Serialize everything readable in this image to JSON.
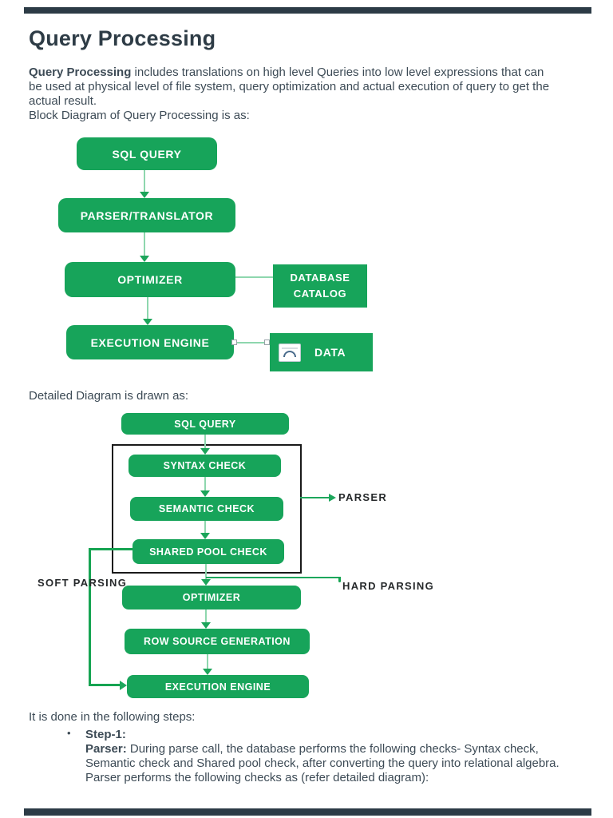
{
  "document": {
    "title": "Query Processing",
    "intro": {
      "lead_bold": "Query Processing",
      "line1_rest": " includes translations on high level Queries into low level expressions that can",
      "line2": "be used at physical level of file system, query optimization and actual execution of query to get the",
      "line3": "actual result.",
      "line4": "Block Diagram of Query Processing is as:"
    },
    "detailed_heading": "Detailed Diagram is drawn as:",
    "steps": {
      "intro": "It is done in the following steps:",
      "bullet": "•",
      "step1_title": "Step-1:",
      "step1_lead_bold": "Parser:",
      "step1_line1_rest": " During parse call, the database performs the following checks- Syntax check,",
      "step1_line2": "Semantic check and Shared pool check, after converting the query into relational algebra.",
      "step1_line3": "Parser performs the following checks as (refer detailed diagram):"
    }
  },
  "block_diagram": {
    "nodes": {
      "sql_query": "SQL QUERY",
      "parser_translator": "PARSER/TRANSLATOR",
      "optimizer": "OPTIMIZER",
      "database_catalog_line1": "DATABASE",
      "database_catalog_line2": "CATALOG",
      "execution_engine": "EXECUTION ENGINE",
      "data": "DATA"
    }
  },
  "detailed_diagram": {
    "nodes": {
      "sql_query": "SQL QUERY",
      "syntax_check": "SYNTAX CHECK",
      "semantic_check": "SEMANTIC CHECK",
      "shared_pool_check": "SHARED POOL CHECK",
      "optimizer": "OPTIMIZER",
      "row_source_generation": "ROW SOURCE GENERATION",
      "execution_engine": "EXECUTION ENGINE"
    },
    "labels": {
      "parser": "PARSER",
      "soft_parsing": "SOFT PARSING",
      "hard_parsing": "HARD PARSING"
    }
  },
  "icons": {
    "data_media_icon": "picture-icon"
  },
  "colors": {
    "node_green": "#17a45a",
    "connector_pale_green": "#8ed7ae",
    "arrow_green": "#1ca55a",
    "flow_line_green": "#16a452",
    "text_dark": "#3d4b56",
    "label_dark": "#26292b",
    "page_gap_bar": "#2c3b46",
    "box_border_black": "#1a1a1a"
  }
}
